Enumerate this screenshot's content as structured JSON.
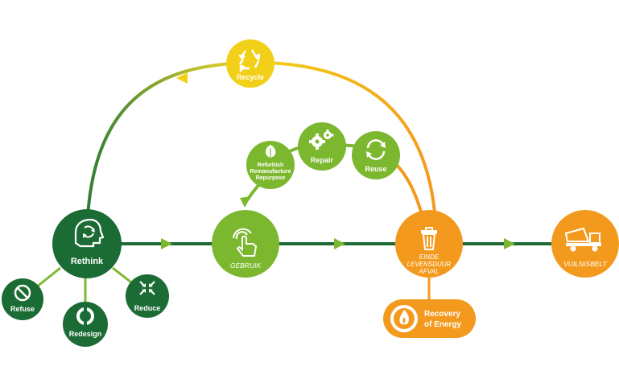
{
  "nodes": {
    "rethink": {
      "label": "Rethink"
    },
    "refuse": {
      "label": "Refuse"
    },
    "redesign": {
      "label": "Redesign"
    },
    "reduce": {
      "label": "Reduce"
    },
    "gebruik": {
      "label": "GEBRUIK"
    },
    "einde": {
      "lines": [
        "EINDE",
        "LEVENSDUUR",
        "AFVAL"
      ]
    },
    "vuilnisbelt": {
      "label": "VUILNISBELT"
    },
    "recycle": {
      "label": "Recycle"
    },
    "repair": {
      "label": "Repair"
    },
    "reuse": {
      "label": "Reuse"
    },
    "refurbish": {
      "lines": [
        "Refurbish",
        "Remanufacture",
        "Repurpose"
      ]
    },
    "recovery": {
      "lines": [
        "Recovery",
        "of Energy"
      ]
    }
  },
  "colors": {
    "dark_green": "#1b6b34",
    "light_green": "#7cb82f",
    "orange": "#f39a1e",
    "yellow": "#f2d019",
    "line_green": "#1e6b35"
  },
  "icons": [
    "head-cycle-icon",
    "no-entry-icon",
    "redesign-ring-icon",
    "compress-arrows-icon",
    "touch-hand-icon",
    "trash-bin-icon",
    "garbage-truck-icon",
    "recycle-icon",
    "gears-icon",
    "reuse-arrows-icon",
    "leaf-icon",
    "flame-icon"
  ]
}
